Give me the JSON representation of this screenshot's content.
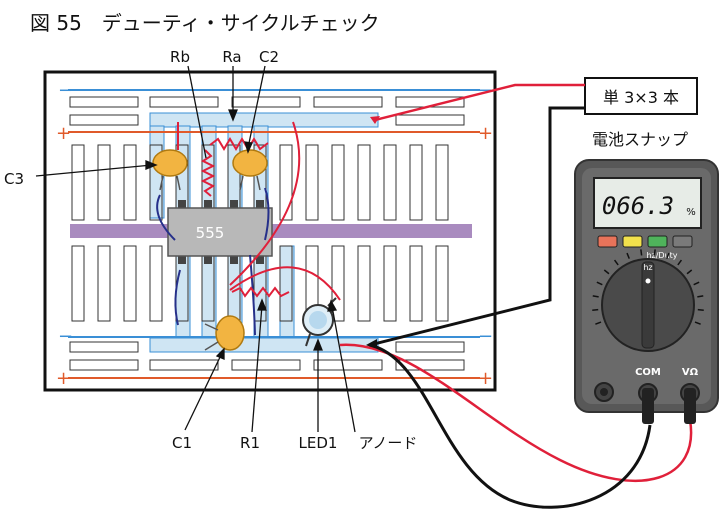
{
  "figure": {
    "title": "図 55　デューティ・サイクルチェック"
  },
  "labels": {
    "rb": "Rb",
    "ra": "Ra",
    "c2": "C2",
    "c3": "C3",
    "c1": "C1",
    "r1": "R1",
    "led1": "LED1",
    "anode": "アノード",
    "ic": "555",
    "battery_box": "単 3×3 本",
    "battery_snap": "電池スナップ",
    "rail_plus": "+",
    "rail_minus": "−"
  },
  "meter": {
    "display": "066.3",
    "unit": "%",
    "function_label": "hz/Duty",
    "dial_top": "hz",
    "com": "COM",
    "vohm": "VΩ",
    "button_colors": [
      "#e8735a",
      "#f2e14c",
      "#4fb35b",
      "#7a7a7a"
    ]
  },
  "colors": {
    "breadboard_bg": "#ffffff",
    "breadboard_border": "#111111",
    "rail_red": "#e05a2a",
    "rail_blue": "#3a8fd6",
    "center_divider": "#a98bbf",
    "trace_highlight": "#cfe5f3",
    "capacitor": "#f2b441",
    "wire_red": "#e0203a",
    "wire_black": "#1a1a1a",
    "wire_blue": "#26308a",
    "meter_body": "#585858"
  }
}
